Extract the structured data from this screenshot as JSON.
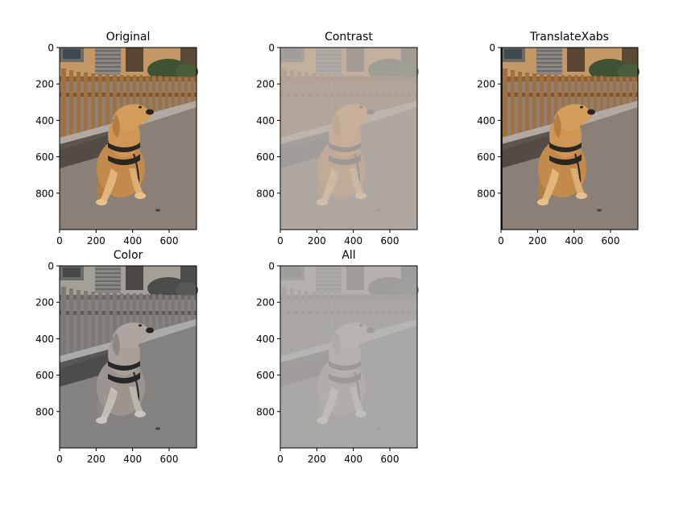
{
  "chart_data": [
    {
      "type": "heatmap",
      "title": "Original",
      "image_description_colors": {
        "fence": "#9a6a3c",
        "ground": "#8d8177",
        "dog": "#c9904f",
        "wall": "#c49866"
      },
      "xlim": [
        0,
        750
      ],
      "ylim": [
        1000,
        0
      ],
      "xticks": [
        0,
        200,
        400,
        600
      ],
      "yticks": [
        0,
        200,
        400,
        600,
        800
      ],
      "filter": "none"
    },
    {
      "type": "heatmap",
      "title": "Contrast",
      "xlim": [
        0,
        750
      ],
      "ylim": [
        1000,
        0
      ],
      "xticks": [
        0,
        200,
        400,
        600
      ],
      "yticks": [
        0,
        200,
        400,
        600,
        800
      ],
      "filter": "contrast"
    },
    {
      "type": "heatmap",
      "title": "TranslateXabs",
      "xlim": [
        0,
        750
      ],
      "ylim": [
        1000,
        0
      ],
      "xticks": [
        0,
        200,
        400,
        600
      ],
      "yticks": [
        0,
        200,
        400,
        600,
        800
      ],
      "filter": "translate"
    },
    {
      "type": "heatmap",
      "title": "Color",
      "xlim": [
        0,
        750
      ],
      "ylim": [
        1000,
        0
      ],
      "xticks": [
        0,
        200,
        400,
        600
      ],
      "yticks": [
        0,
        200,
        400,
        600,
        800
      ],
      "filter": "grayscale"
    },
    {
      "type": "heatmap",
      "title": "All",
      "xlim": [
        0,
        750
      ],
      "ylim": [
        1000,
        0
      ],
      "xticks": [
        0,
        200,
        400,
        600
      ],
      "yticks": [
        0,
        200,
        400,
        600,
        800
      ],
      "filter": "all"
    }
  ]
}
